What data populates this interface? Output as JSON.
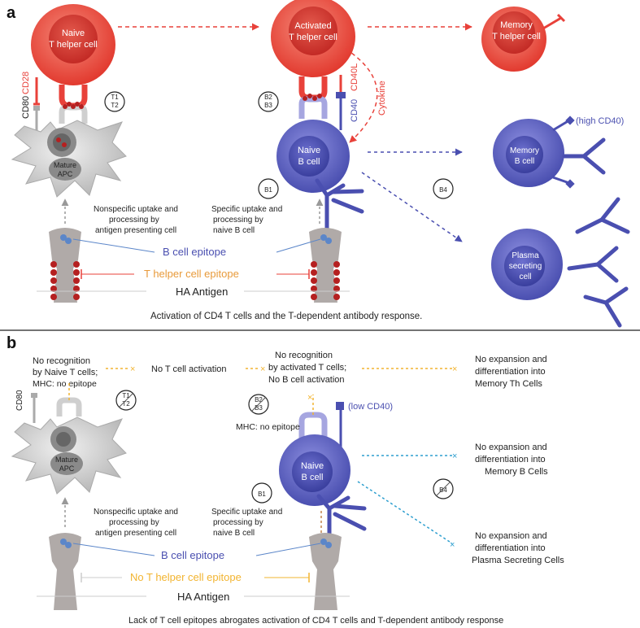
{
  "panel_a": {
    "letter": "a",
    "cells": {
      "naive_t": [
        "Naive",
        "T helper cell"
      ],
      "activated_t": [
        "Activated",
        "T helper cell"
      ],
      "memory_t": [
        "Memory",
        "T helper cell"
      ],
      "apc": [
        "Mature",
        "APC"
      ],
      "naive_b": [
        "Naive",
        "B cell"
      ],
      "memory_b": [
        "Memory",
        "B cell"
      ],
      "plasma": [
        "Plasma",
        "secreting",
        "cell"
      ]
    },
    "markers": {
      "cd80": "CD80",
      "cd28": "CD28",
      "cd40": "CD40",
      "cd40l": "CD40L",
      "cytokine": "Cytokine",
      "high_cd40": "(high CD40)"
    },
    "badges": {
      "t1": "T1",
      "t2": "T2",
      "b2": "B2",
      "b3": "B3",
      "b1": "B1",
      "b4": "B4"
    },
    "uptake_nonspecific": [
      "Nonspecific uptake and",
      "processing by",
      "antigen presenting cell"
    ],
    "uptake_specific": [
      "Specific uptake and",
      "processing by",
      "naive B cell"
    ],
    "b_epitope": "B cell epitope",
    "t_epitope": "T helper cell epitope",
    "antigen": "HA Antigen",
    "caption": "Activation of CD4 T cells and the T-dependent antibody response."
  },
  "panel_b": {
    "letter": "b",
    "no_recog_naive": [
      "No recognition",
      "by Naive T cells;",
      "MHC: no epitope"
    ],
    "no_t_activation": "No T cell activation",
    "no_recog_activated": [
      "No recognition",
      "by activated T cells;",
      "No B cell activation"
    ],
    "no_exp_memory_th": [
      "No expansion and",
      "differentiation into",
      "Memory Th Cells"
    ],
    "cd80": "CD80",
    "badges": {
      "t1": "T1",
      "t2": "T2",
      "b2": "B2",
      "b3": "B3",
      "b1": "B1",
      "b4": "B4"
    },
    "low_cd40": "(low CD40)",
    "mhc_no_epitope": "MHC: no epitope",
    "no_exp_memory_b": [
      "No expansion and",
      "differentiation into",
      "Memory B Cells"
    ],
    "apc": [
      "Mature",
      "APC"
    ],
    "naive_b": [
      "Naive",
      "B cell"
    ],
    "uptake_nonspecific": [
      "Nonspecific uptake and",
      "processing by",
      "antigen presenting cell"
    ],
    "uptake_specific": [
      "Specific uptake and",
      "processing by",
      "naive B cell"
    ],
    "no_exp_plasma": [
      "No expansion and",
      "differentiation into",
      "Plasma Secreting Cells"
    ],
    "b_epitope": "B cell epitope",
    "no_t_epitope": "No  T  helper cell epitope",
    "antigen": "HA Antigen",
    "caption": "Lack of T cell epitopes abrogates activation of CD4 T cells and T-dependent antibody response"
  },
  "colors": {
    "t_cell": "#e8413a",
    "b_cell": "#4a4fb0",
    "apc": "#c8c8c8",
    "antigen": "#b0aaa8",
    "epitope_red": "#b52020",
    "b_epitope_line": "#5b86c9",
    "t_epitope_text": "#e89a3a",
    "no_path_yellow": "#f2b430",
    "no_path_blue": "#2e9fcf"
  }
}
